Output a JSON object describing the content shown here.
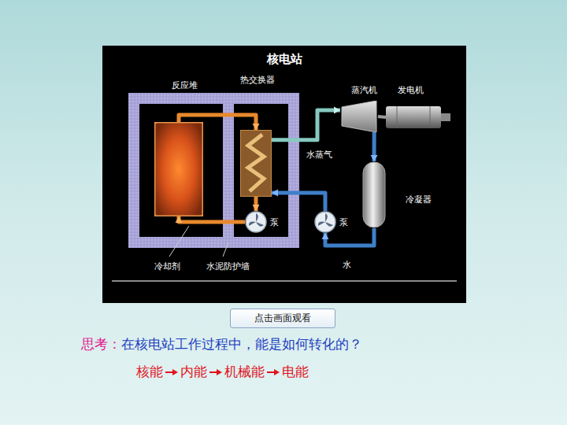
{
  "diagram": {
    "title": "核电站",
    "nodes": [
      {
        "text": [
          "反应堆"
        ]
      },
      {
        "text": [
          "热交换器"
        ]
      },
      {
        "text": [
          "蒸汽机"
        ]
      },
      {
        "text": [
          "发电机"
        ]
      },
      {
        "text": [
          "冷凝器"
        ]
      },
      {
        "text": [
          "泵"
        ]
      },
      {
        "text": [
          "泵"
        ]
      },
      {
        "text": [
          "点击画面观看"
        ]
      }
    ],
    "edges": [
      {
        "from": 0,
        "to": 1,
        "arrow": "to"
      },
      {
        "from": 1,
        "to": 5,
        "arrow": "to"
      },
      {
        "from": 5,
        "to": 0,
        "arrow": "to"
      },
      {
        "from": 1,
        "to": 2,
        "label": "水蒸气",
        "arrow": "to"
      },
      {
        "from": 2,
        "to": 4,
        "arrow": "to"
      },
      {
        "from": 4,
        "to": 6,
        "label": "水",
        "arrow": "to"
      },
      {
        "from": 6,
        "to": 1,
        "arrow": "to"
      },
      {
        "from": 2,
        "to": 3,
        "arrow": "none"
      }
    ],
    "labels": [
      "冷却剂",
      "水泥防护墙",
      "思考：",
      "在核电站工作过程中，能是如何转化的？",
      "核能",
      "内能",
      "机械能",
      "电能"
    ]
  }
}
